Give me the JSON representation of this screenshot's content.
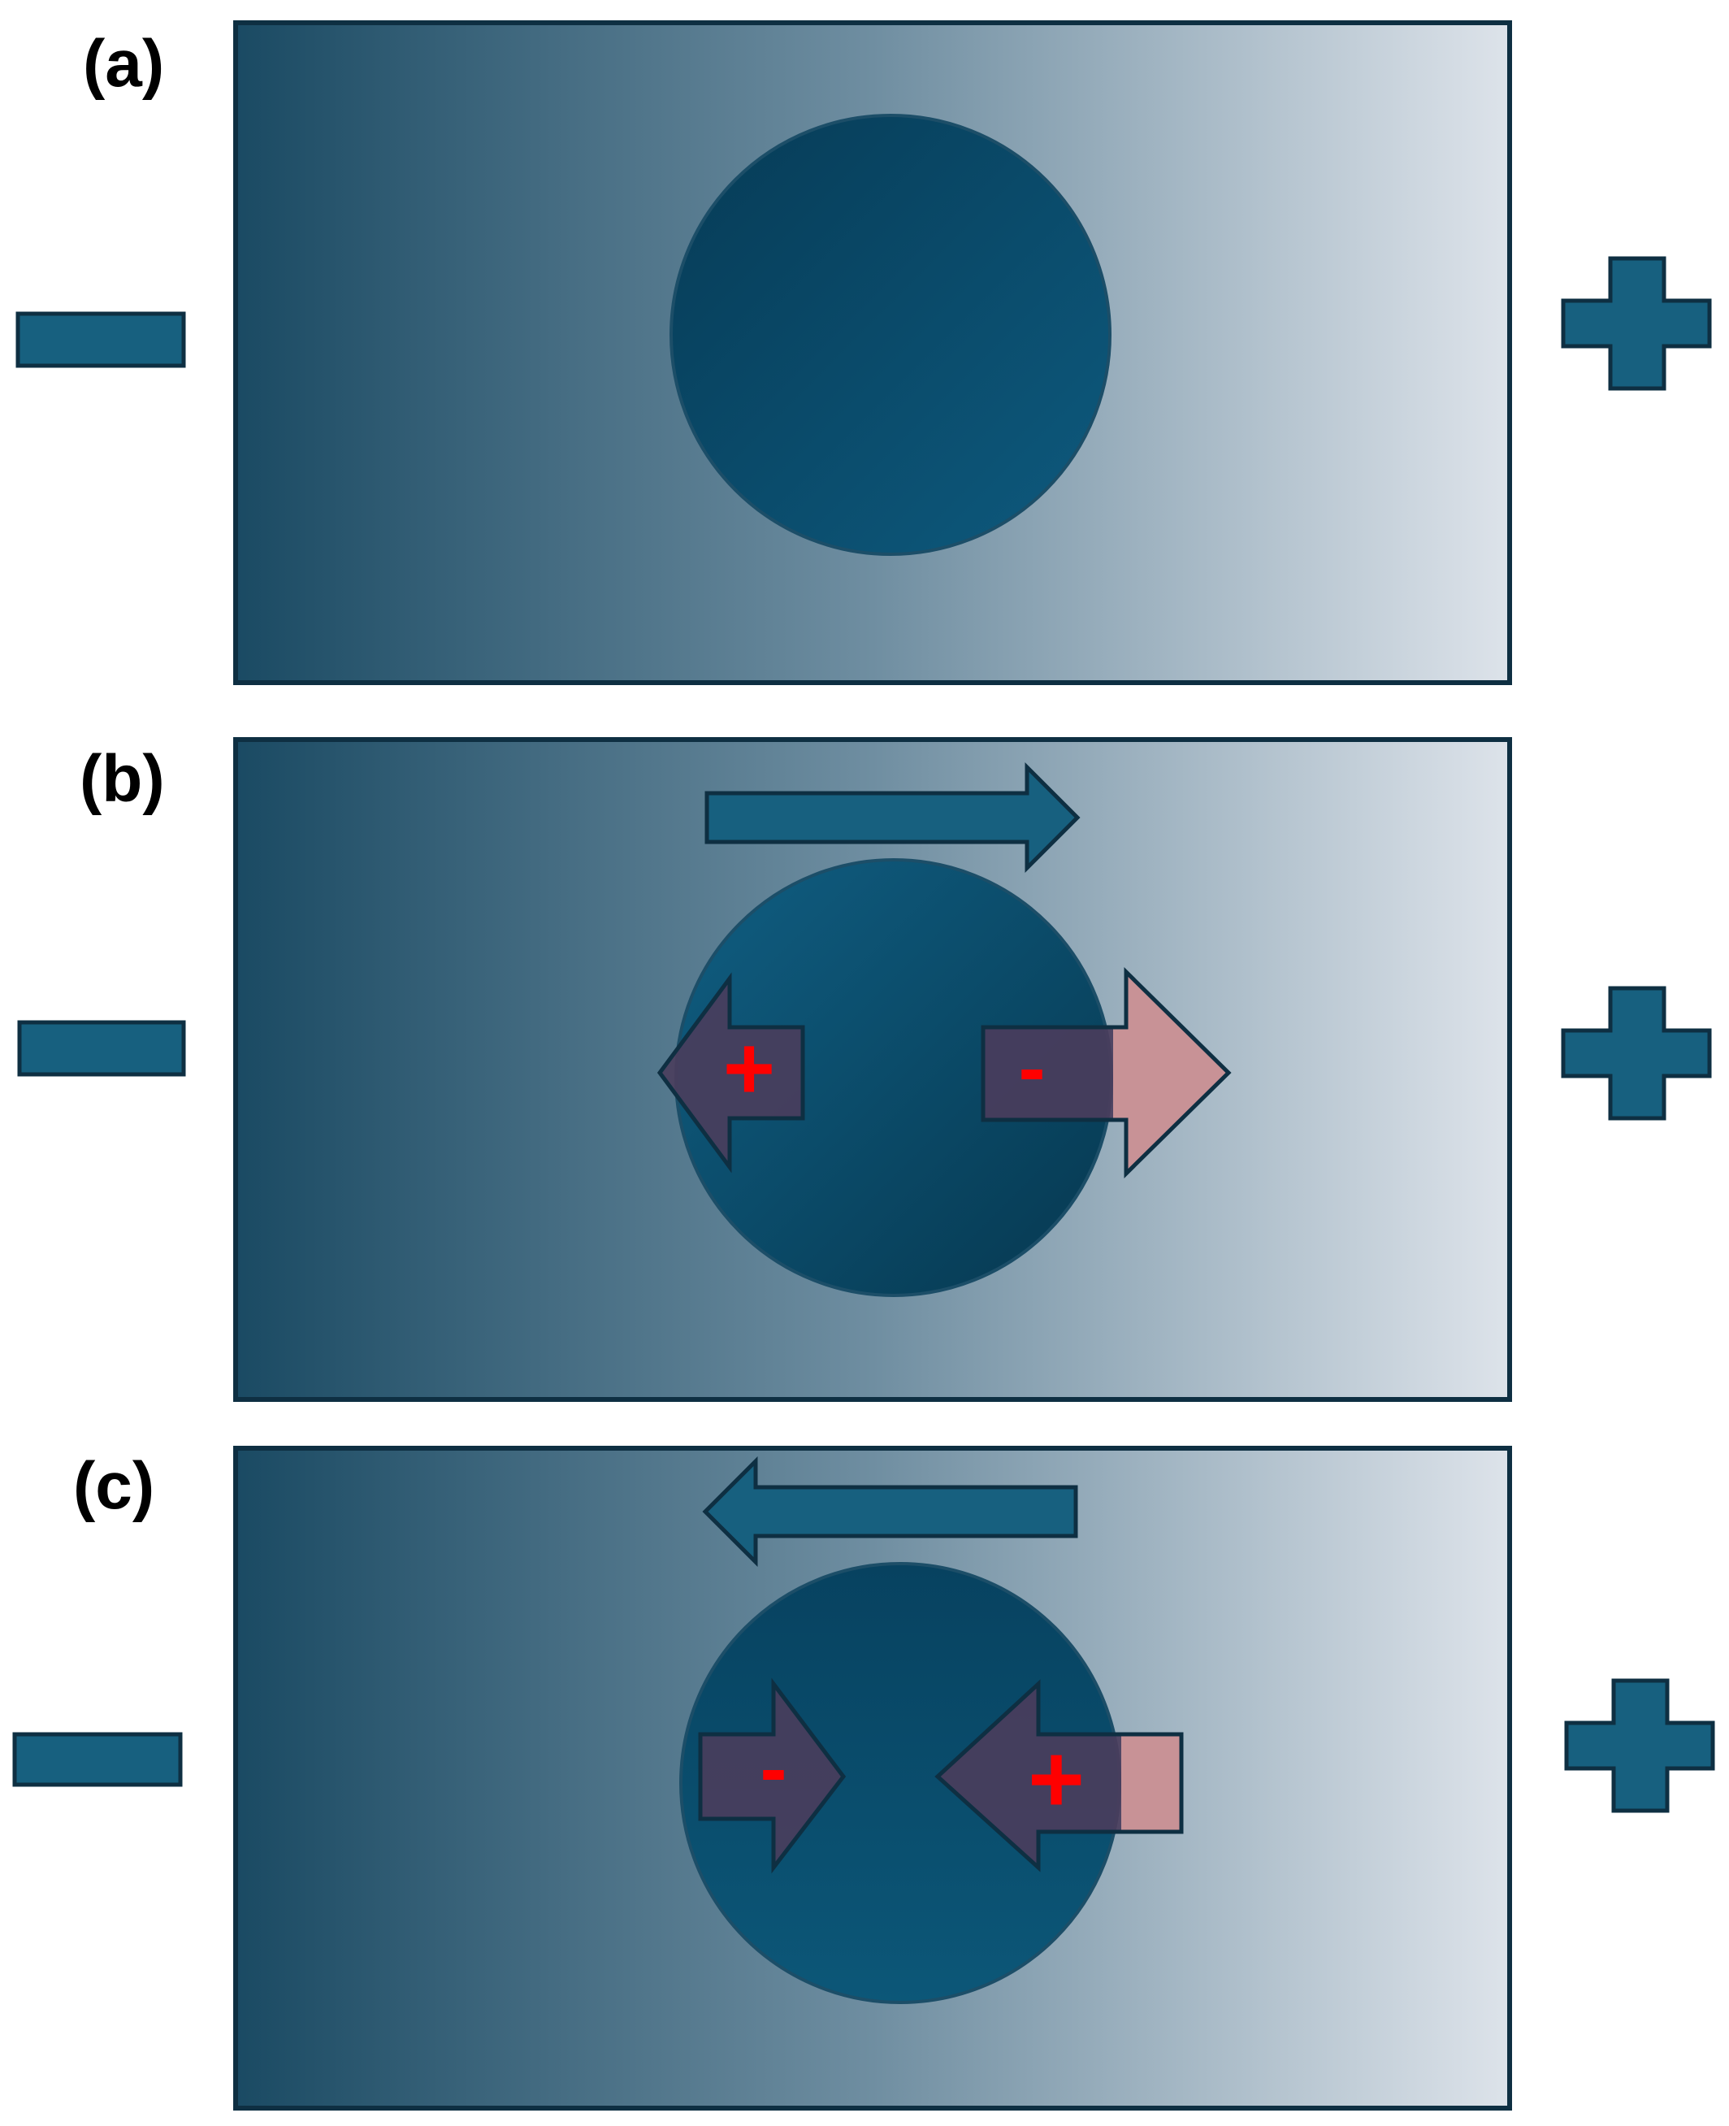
{
  "panels": [
    {
      "label": "(a)",
      "flow_arrow": "none",
      "particle_arrows": []
    },
    {
      "label": "(b)",
      "flow_arrow": "right",
      "particle_arrows": [
        {
          "charge": "+",
          "direction": "left"
        },
        {
          "charge": "-",
          "direction": "right"
        }
      ]
    },
    {
      "label": "(c)",
      "flow_arrow": "left",
      "particle_arrows": [
        {
          "charge": "-",
          "direction": "right"
        },
        {
          "charge": "+",
          "direction": "left"
        }
      ]
    }
  ],
  "colors": {
    "gradient_dark": "#1a4a63",
    "gradient_light": "#dde3ea",
    "particle": "#0b4d6c",
    "electrode_sign": "#17607f",
    "outline": "#0e2f42",
    "charge_arrow": "#4a3d5c",
    "charge_arrow_outside": "#c89296",
    "charge_text": "#ff0000"
  },
  "icons": {
    "left_electrode": "minus-sign-icon",
    "right_electrode": "plus-sign-icon",
    "flow_arrow": "block-arrow-icon"
  }
}
